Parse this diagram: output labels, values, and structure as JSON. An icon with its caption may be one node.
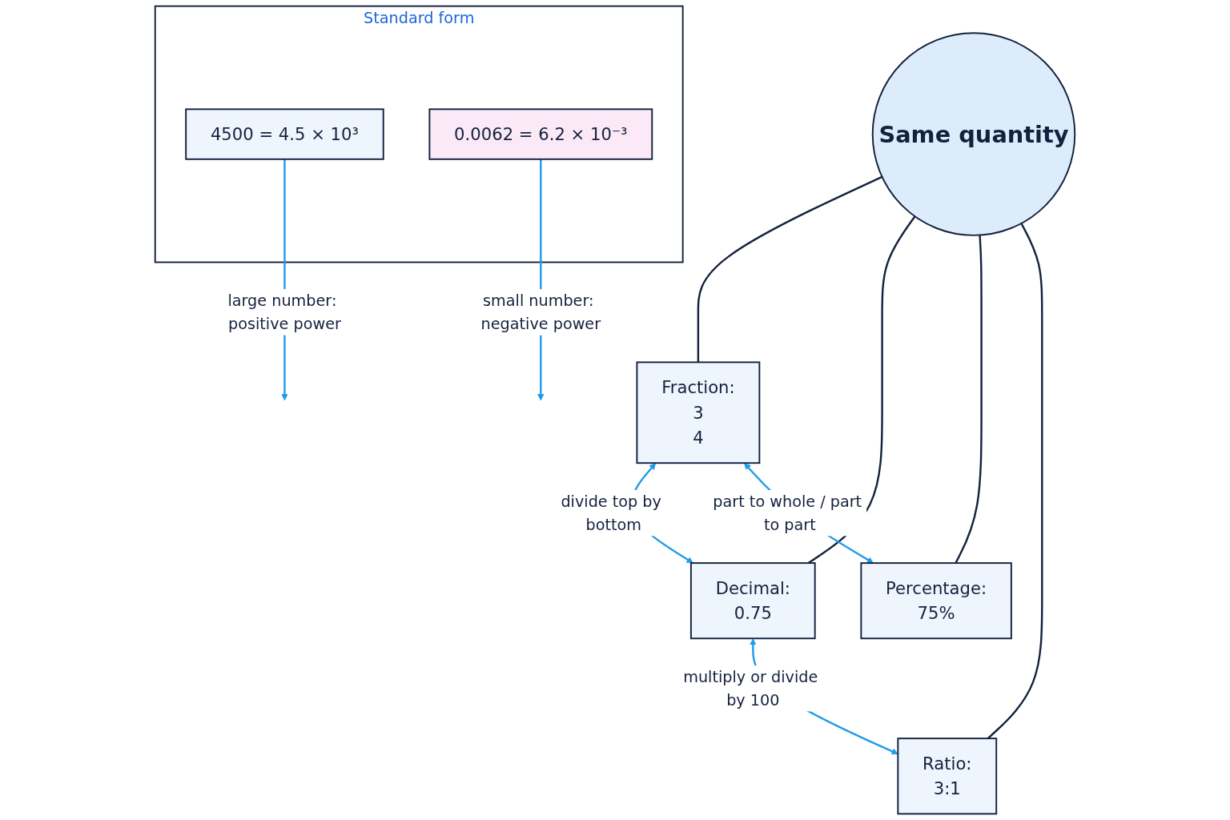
{
  "diagram": {
    "nodes": [
      {
        "text": [
          "Fraction:",
          "3",
          "4"
        ]
      },
      {
        "text": [
          "Decimal:",
          "0.75"
        ]
      },
      {
        "text": [
          "Same quantity"
        ]
      },
      {
        "text": [
          "Percentage:",
          "75%"
        ]
      },
      {
        "text": [
          "Ratio:",
          "3:1"
        ]
      },
      {
        "text": [
          "Standard form"
        ]
      },
      {
        "text": [
          "4500 = 4.5 × 10³"
        ],
        "in": 5
      },
      {
        "text": [
          "0.0062 = 6.2 × 10⁻³"
        ],
        "in": 5
      }
    ],
    "edges": [
      {
        "from": 0,
        "to": 1,
        "arrow": "both",
        "label": "divide top by bottom",
        "color": "#1e9be9"
      },
      {
        "from": 2,
        "to": 0,
        "arrow": "none",
        "color": "#14213d"
      },
      {
        "from": 2,
        "to": 1,
        "arrow": "none",
        "color": "#14213d"
      },
      {
        "from": 0,
        "to": 3,
        "arrow": "both",
        "label": "part to whole / part to part",
        "color": "#1e9be9"
      },
      {
        "from": 1,
        "to": 4,
        "arrow": "both",
        "label": "multiply or divide by 100",
        "color": "#1e9be9"
      },
      {
        "from": 2,
        "to": 3,
        "arrow": "none",
        "color": "#14213d"
      },
      {
        "from": 2,
        "to": 4,
        "arrow": "none",
        "color": "#14213d"
      },
      {
        "from": 6,
        "to": null,
        "arrow": "to",
        "label": "large number: positive power",
        "color": "#1e9be9"
      },
      {
        "from": 7,
        "to": null,
        "arrow": "to",
        "label": "small number: negative power",
        "color": "#1e9be9"
      }
    ]
  }
}
